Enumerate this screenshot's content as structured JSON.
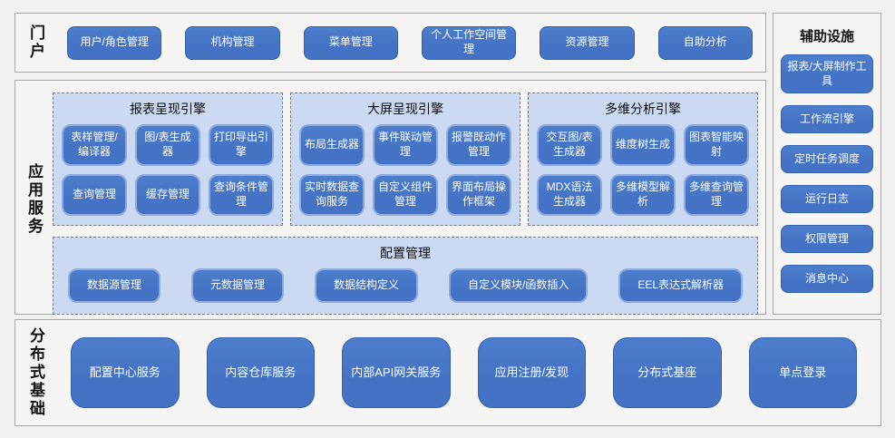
{
  "colors": {
    "button_blue": "#4472C4",
    "inner_button_border": "#8FAADC",
    "group_fill": "#CBD9F3",
    "dashed_border": "#7F7F7F",
    "section_fill": "#F6F5F3",
    "section_border": "#A6A6A6",
    "page_bg": "#F2F1EF"
  },
  "portal": {
    "label": "门户",
    "buttons": [
      "用户/角色管理",
      "机构管理",
      "菜单管理",
      "个人工作空间管理",
      "资源管理",
      "自助分析"
    ]
  },
  "app_services": {
    "label": "应用服务",
    "engines": [
      {
        "title": "报表呈现引擎",
        "buttons": [
          "表样管理/编译器",
          "图/表生成器",
          "打印导出引擎",
          "查询管理",
          "缓存管理",
          "查询条件管理"
        ]
      },
      {
        "title": "大屏呈现引擎",
        "buttons": [
          "布局生成器",
          "事件联动管理",
          "报警既动作管理",
          "实时数据查询服务",
          "自定义组件管理",
          "界面布局操作框架"
        ]
      },
      {
        "title": "多维分析引擎",
        "buttons": [
          "交互图/表生成器",
          "维度树生成",
          "图表智能映射",
          "MDX语法生成器",
          "多维模型解析",
          "多维查询管理"
        ]
      }
    ],
    "config": {
      "title": "配置管理",
      "buttons": [
        "数据源管理",
        "元数据管理",
        "数据结构定义",
        "自定义模块/函数插入",
        "EEL表达式解析器"
      ]
    }
  },
  "distributed": {
    "label": "分布式基础",
    "buttons": [
      "配置中心服务",
      "内容仓库服务",
      "内部API网关服务",
      "应用注册/发现",
      "分布式基座",
      "单点登录"
    ]
  },
  "auxiliary": {
    "title": "辅助设施",
    "buttons": [
      "报表/大屏制作工具",
      "工作流引擎",
      "定时任务调度",
      "运行日志",
      "权限管理",
      "消息中心"
    ]
  }
}
